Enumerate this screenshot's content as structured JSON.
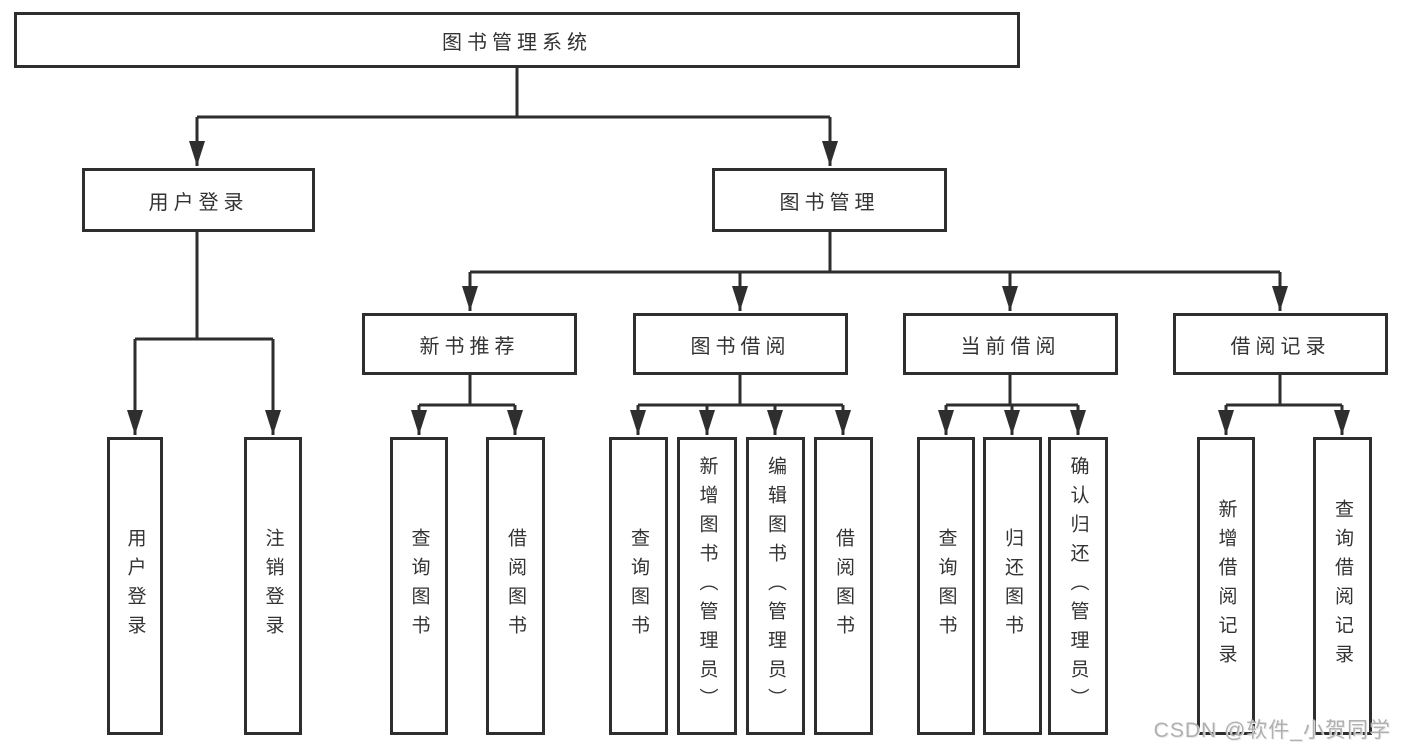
{
  "diagram": {
    "root_label": "图书管理系统",
    "branches": [
      {
        "label": "用户登录",
        "leaves": [
          "用户登录",
          "注销登录"
        ]
      },
      {
        "label": "图书管理",
        "sections": [
          {
            "label": "新书推荐",
            "leaves": [
              "查询图书",
              "借阅图书"
            ]
          },
          {
            "label": "图书借阅",
            "leaves": [
              "查询图书",
              "新增图书（管理员）",
              "编辑图书（管理员）",
              "借阅图书"
            ]
          },
          {
            "label": "当前借阅",
            "leaves": [
              "查询图书",
              "归还图书",
              "确认归还（管理员）"
            ]
          },
          {
            "label": "借阅记录",
            "leaves": [
              "新增借阅记录",
              "查询借阅记录"
            ]
          }
        ]
      }
    ]
  },
  "watermark": {
    "text": "CSDN @软件_小贺同学"
  },
  "colors": {
    "line": "#2e2e2e",
    "text": "#333333",
    "watermark": "#b0b0b0",
    "background": "#ffffff"
  }
}
